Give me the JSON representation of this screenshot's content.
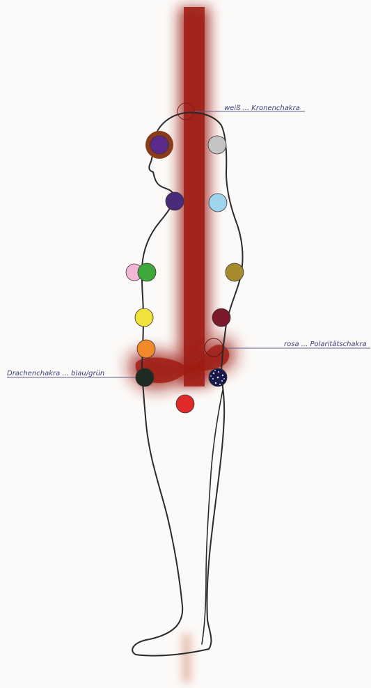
{
  "labels": {
    "crown": "weiß ... Kronenchakra",
    "polarity": "rosa ... Polaritätschakra",
    "dragon": "Drachenchakra ... blau/grün"
  },
  "colors": {
    "background": "#fcfaf8",
    "energy_channel": "#9e1b12",
    "outline": "#2a2a2a",
    "label_text": "#3a3f7a",
    "leader_line": "#5a5f8a",
    "chakra_purple": "#5b2a8a",
    "chakra_purple_ring": "#8a3b1b",
    "chakra_gray": "#c4c4c4",
    "chakra_indigo": "#4a2a7a",
    "chakra_light_blue": "#9fd4ee",
    "chakra_pink": "#f4b6d6",
    "chakra_green": "#3fa83a",
    "chakra_olive": "#a88a2e",
    "chakra_yellow": "#f2e23c",
    "chakra_maroon": "#7a1a2a",
    "chakra_orange": "#f08a2a",
    "chakra_dragon": "#1e2a22",
    "chakra_starry": "#1a1a4a",
    "chakra_red": "#e02a2a"
  }
}
